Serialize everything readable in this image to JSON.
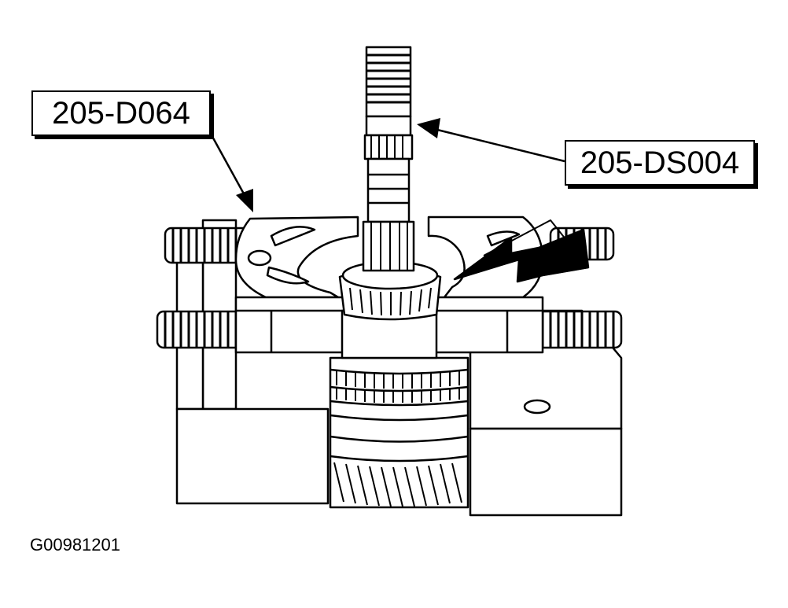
{
  "callouts": {
    "bearing_splitter": "205-D064",
    "installer_tool": "205-DS004"
  },
  "figure_id": "G00981201",
  "colors": {
    "ink": "#000000",
    "paper": "#ffffff"
  }
}
